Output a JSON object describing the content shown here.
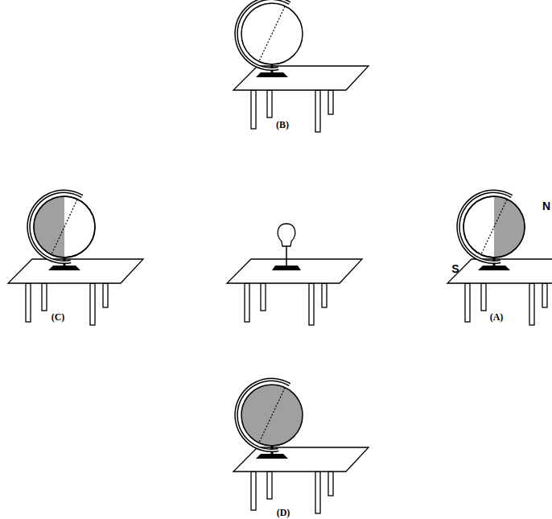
{
  "diagram": {
    "labels": [
      "(B)",
      "(C)",
      "(A)",
      "N",
      "S",
      "(D)"
    ]
  }
}
